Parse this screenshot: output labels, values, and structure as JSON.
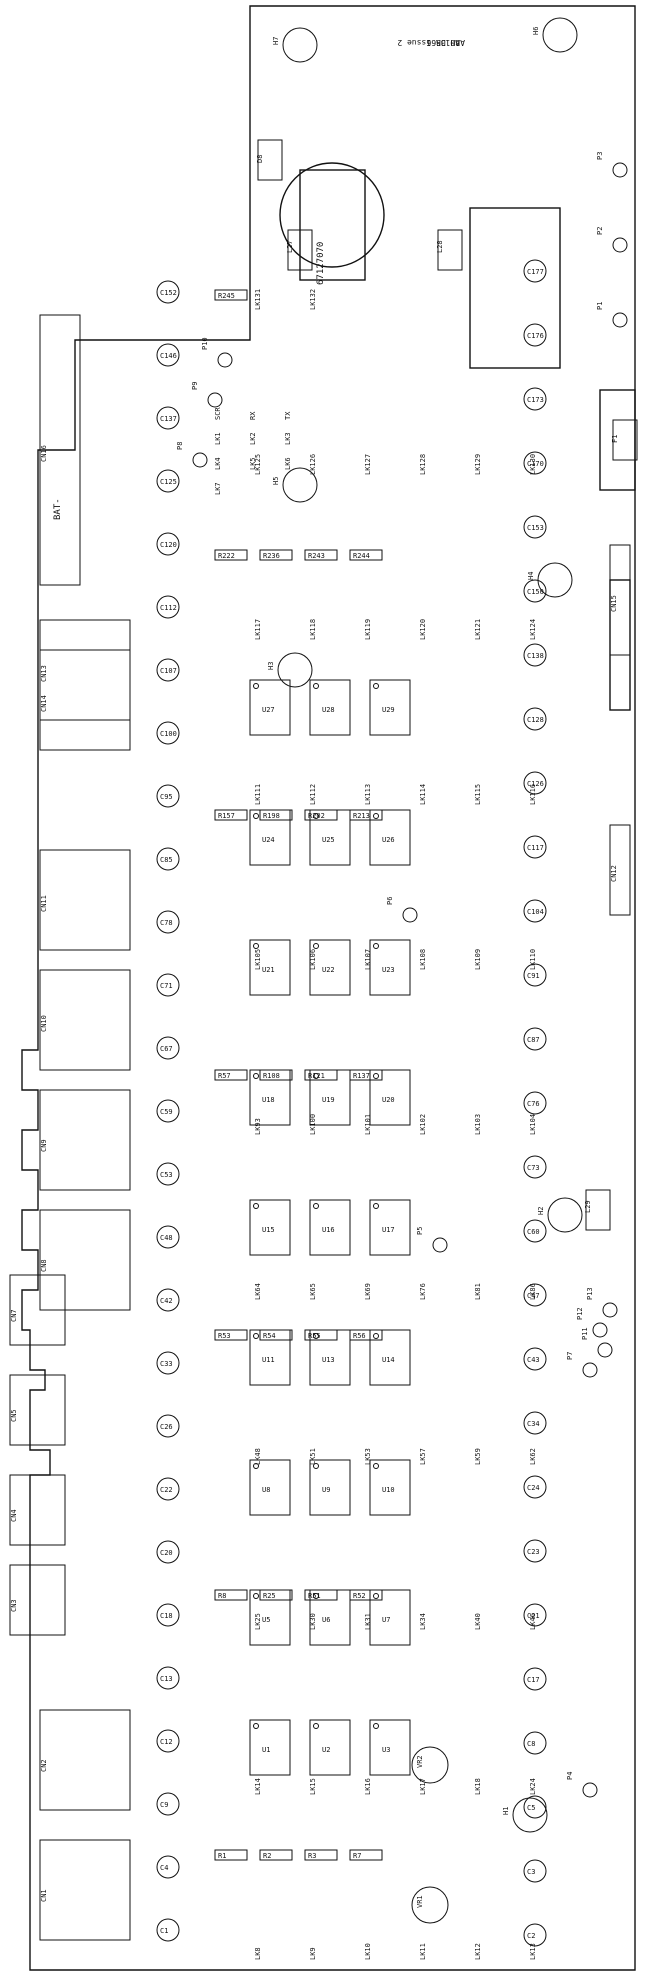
{
  "board": {
    "id_text": "A0135 Issue 2",
    "title_text": "ABH DR66",
    "part_number": "67127070",
    "edge_label": "BAT-",
    "mount_holes": [
      "H1",
      "H2",
      "H3",
      "H4",
      "H5",
      "H6",
      "H7"
    ]
  },
  "connectors": [
    {
      "label": "CN1"
    },
    {
      "label": "CN2"
    },
    {
      "label": "CN3"
    },
    {
      "label": "CN4"
    },
    {
      "label": "CN5"
    },
    {
      "label": "CN7"
    },
    {
      "label": "CN8"
    },
    {
      "label": "CN9"
    },
    {
      "label": "CN10"
    },
    {
      "label": "CN11"
    },
    {
      "label": "CN12"
    },
    {
      "label": "CN13"
    },
    {
      "label": "CN14"
    },
    {
      "label": "CN15"
    },
    {
      "label": "CN16"
    }
  ],
  "chips": [
    {
      "label": "U1"
    },
    {
      "label": "U2"
    },
    {
      "label": "U3"
    },
    {
      "label": "U5"
    },
    {
      "label": "U6"
    },
    {
      "label": "U7"
    },
    {
      "label": "U8"
    },
    {
      "label": "U9"
    },
    {
      "label": "U10"
    },
    {
      "label": "U11"
    },
    {
      "label": "U13"
    },
    {
      "label": "U14"
    },
    {
      "label": "U15"
    },
    {
      "label": "U16"
    },
    {
      "label": "U17"
    },
    {
      "label": "U18"
    },
    {
      "label": "U19"
    },
    {
      "label": "U20"
    },
    {
      "label": "U21"
    },
    {
      "label": "U22"
    },
    {
      "label": "U23"
    },
    {
      "label": "U24"
    },
    {
      "label": "U25"
    },
    {
      "label": "U26"
    },
    {
      "label": "U27"
    },
    {
      "label": "U28"
    },
    {
      "label": "U29"
    }
  ],
  "relays": [
    {
      "label": "L27"
    },
    {
      "label": "L28"
    },
    {
      "label": "D8"
    },
    {
      "label": "F1"
    },
    {
      "label": "L29"
    },
    {
      "label": "VR1"
    },
    {
      "label": "VR2"
    }
  ],
  "test_points": [
    {
      "label": "P1"
    },
    {
      "label": "P2"
    },
    {
      "label": "P3"
    },
    {
      "label": "P4"
    },
    {
      "label": "P5"
    },
    {
      "label": "P6"
    },
    {
      "label": "P7"
    },
    {
      "label": "P8"
    },
    {
      "label": "P9"
    },
    {
      "label": "P10"
    },
    {
      "label": "P11"
    },
    {
      "label": "P12"
    },
    {
      "label": "P13"
    }
  ],
  "side_labels": [
    "SCR",
    "RX",
    "TX",
    "LK1",
    "LK2",
    "LK3",
    "LK4",
    "LK5",
    "LK6",
    "LK7"
  ],
  "caps_left": [
    "C1",
    "C4",
    "C9",
    "C12",
    "C13",
    "C18",
    "C20",
    "C22",
    "C26",
    "C33",
    "C42",
    "C48",
    "C53",
    "C59",
    "C67",
    "C71",
    "C78",
    "C85",
    "C95",
    "C100",
    "C107",
    "C112",
    "C120",
    "C125",
    "C137",
    "C146",
    "C152"
  ],
  "caps_mid": [
    "C2",
    "C3",
    "C5",
    "C8",
    "C17",
    "C21",
    "C23",
    "C24",
    "C34",
    "C43",
    "C47",
    "C60",
    "C73",
    "C76",
    "C87",
    "C91",
    "C104",
    "C117",
    "C126",
    "C128",
    "C138",
    "C150",
    "C153",
    "C170",
    "C173",
    "C176",
    "C177"
  ],
  "resistors": [
    "R1",
    "R2",
    "R3",
    "R7",
    "R8",
    "R25",
    "R51",
    "R52",
    "R53",
    "R54",
    "R55",
    "R56",
    "R57",
    "R108",
    "R121",
    "R137",
    "R157",
    "R198",
    "R202",
    "R213",
    "R222",
    "R236",
    "R243",
    "R244",
    "R245"
  ],
  "links": [
    "LK8",
    "LK9",
    "LK10",
    "LK11",
    "LK12",
    "LK13",
    "LK14",
    "LK15",
    "LK16",
    "LK17",
    "LK18",
    "LK24",
    "LK25",
    "LK30",
    "LK31",
    "LK34",
    "LK40",
    "LK46",
    "LK48",
    "LK51",
    "LK53",
    "LK57",
    "LK59",
    "LK62",
    "LK64",
    "LK65",
    "LK69",
    "LK76",
    "LK81",
    "LK86",
    "LK93",
    "LK100",
    "LK101",
    "LK102",
    "LK103",
    "LK104",
    "LK105",
    "LK106",
    "LK107",
    "LK108",
    "LK109",
    "LK110",
    "LK111",
    "LK112",
    "LK113",
    "LK114",
    "LK115",
    "LK116",
    "LK117",
    "LK118",
    "LK119",
    "LK120",
    "LK121",
    "LK124",
    "LK125",
    "LK126",
    "LK127",
    "LK128",
    "LK129",
    "LK130",
    "LK131",
    "LK132"
  ]
}
